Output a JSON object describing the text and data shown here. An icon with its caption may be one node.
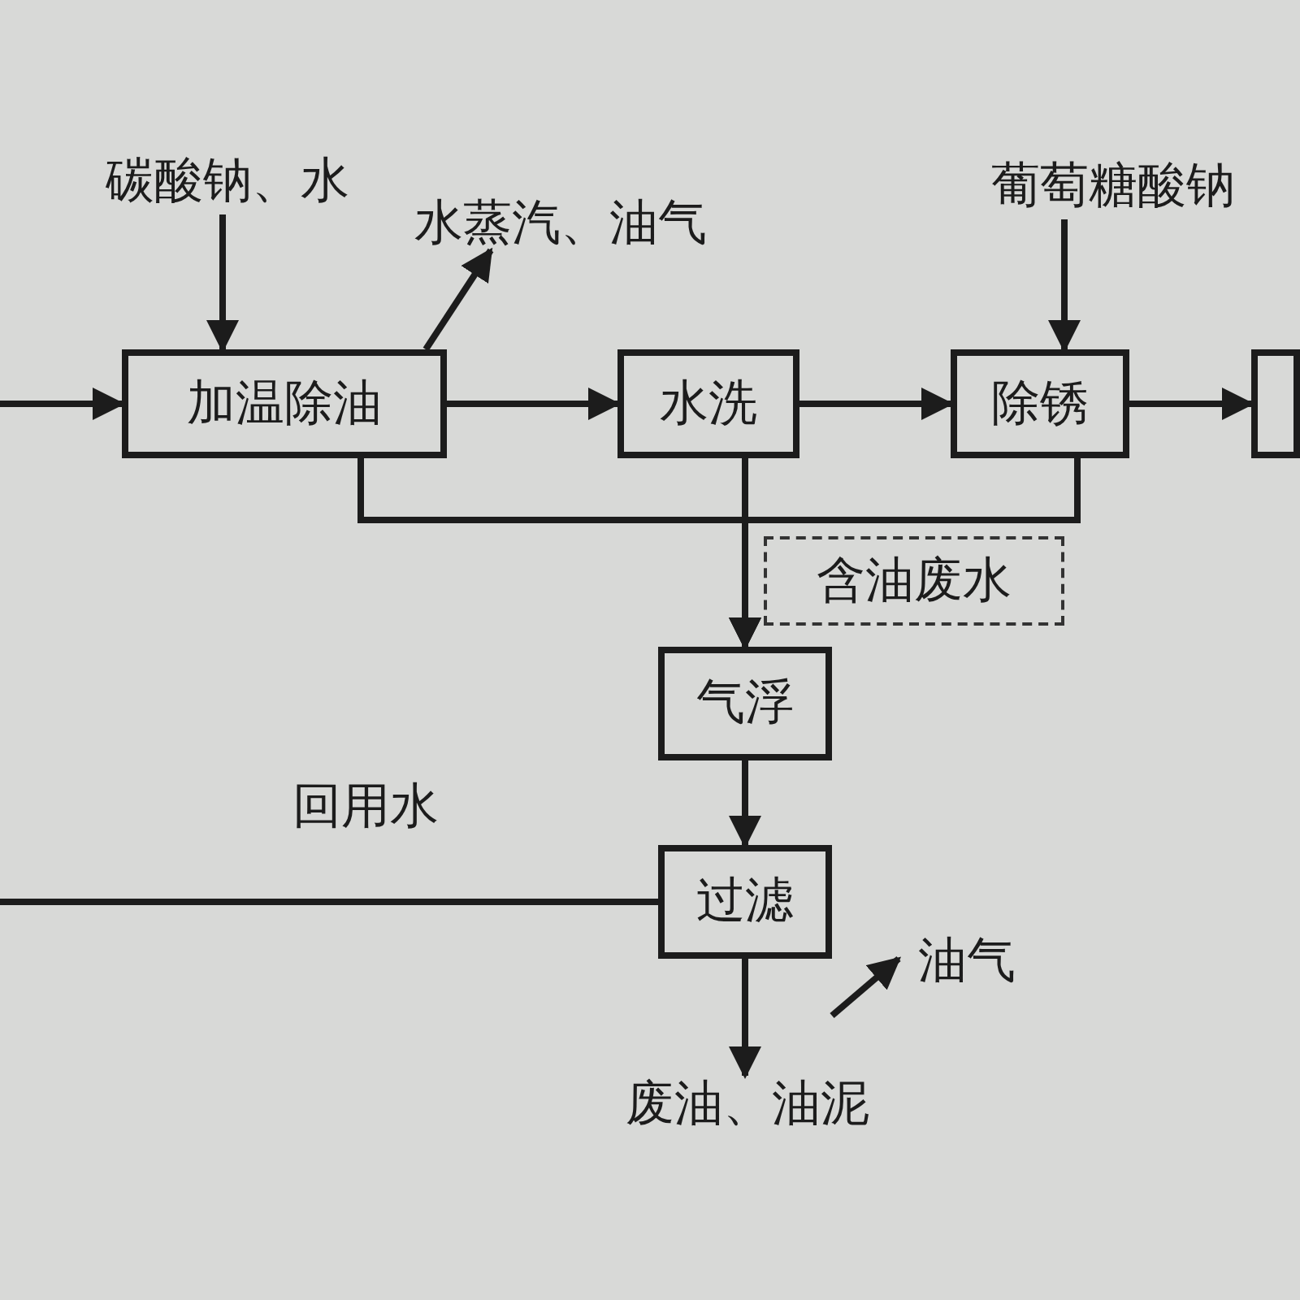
{
  "diagram": {
    "nodes": [
      {
        "text": [
          "碳酸钠、水"
        ]
      },
      {
        "text": [
          "水蒸汽、油气"
        ]
      },
      {
        "text": [
          "葡萄糖酸钠"
        ]
      },
      {
        "text": [
          "加温除油"
        ]
      },
      {
        "text": [
          "水洗"
        ]
      },
      {
        "text": [
          "除锈"
        ]
      },
      {
        "text": [
          "含油废水"
        ]
      },
      {
        "text": [
          "气浮"
        ]
      },
      {
        "text": [
          "过滤"
        ]
      },
      {
        "text": [
          "油气"
        ]
      },
      {
        "text": [
          "废油、油泥"
        ]
      },
      {
        "text": [],
        "shape": "box"
      }
    ],
    "edges": [
      {
        "from": null,
        "to": 3,
        "arrow": "to"
      },
      {
        "from": 0,
        "to": 3,
        "arrow": "to"
      },
      {
        "from": 3,
        "to": 1,
        "arrow": "to"
      },
      {
        "from": 3,
        "to": 4,
        "arrow": "to"
      },
      {
        "from": 4,
        "to": 5,
        "arrow": "to"
      },
      {
        "from": 2,
        "to": 5,
        "arrow": "to"
      },
      {
        "from": 5,
        "to": 11,
        "arrow": "to"
      },
      {
        "from": 3,
        "to": 7,
        "arrow": "to"
      },
      {
        "from": 4,
        "to": 7,
        "arrow": "to"
      },
      {
        "from": 5,
        "to": 7,
        "arrow": "to"
      },
      {
        "from": 7,
        "to": 8,
        "arrow": "to"
      },
      {
        "from": 8,
        "to": null,
        "arrow": "none",
        "label": "回用水"
      },
      {
        "from": 8,
        "to": 10,
        "arrow": "to"
      },
      {
        "from": null,
        "to": 9,
        "arrow": "to"
      }
    ]
  }
}
